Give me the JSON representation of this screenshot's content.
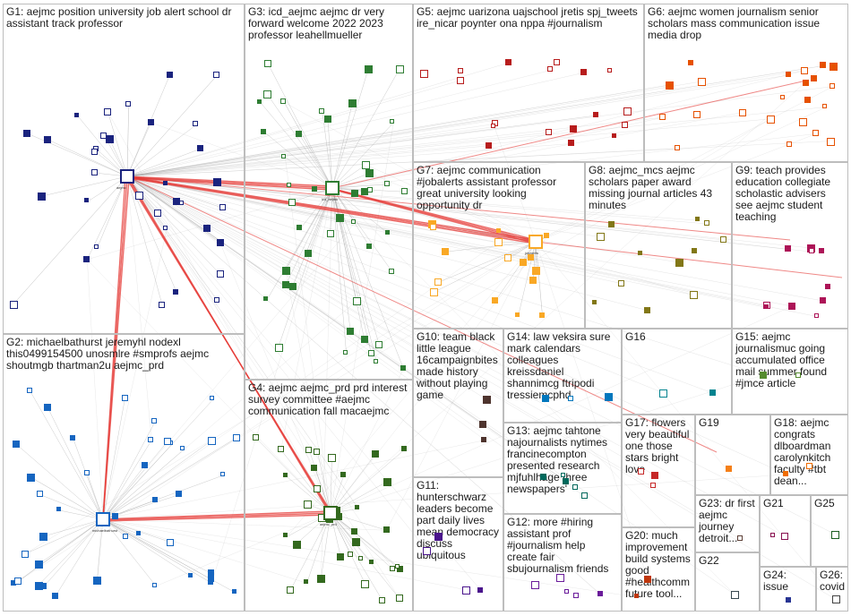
{
  "groups": [
    {
      "id": "G1",
      "label": "G1: aejmc position university job alert school dr assistant track professor",
      "color": "#1a237e"
    },
    {
      "id": "G2",
      "label": "G2: michaelbathurst jeremyhl nodexl this0499154500 unosmlre #smprofs aejmc shoutmgb thartman2u aejmc_prd",
      "color": "#1565c0"
    },
    {
      "id": "G3",
      "label": "G3: icd_aejmc aejmc dr very forward welcome 2022 2023 professor leahellmueller",
      "color": "#2e7d32"
    },
    {
      "id": "G4",
      "label": "G4: aejmc aejmc_prd prd interest survey committee #aejmc communication fall macaejmc",
      "color": "#33691e"
    },
    {
      "id": "G5",
      "label": "G5: aejmc uarizona uajschool jretis spj_tweets ire_nicar poynter ona nppa #journalism",
      "color": "#b71c1c"
    },
    {
      "id": "G6",
      "label": "G6: aejmc women journalism senior scholars mass communication issue media drop",
      "color": "#e65100"
    },
    {
      "id": "G7",
      "label": "G7: aejmc communication #jobalerts assistant professor great university looking opportunity dr",
      "color": "#f9a825"
    },
    {
      "id": "G8",
      "label": "G8: aejmc_mcs aejmc scholars paper award missing journal articles 43 minutes",
      "color": "#827717"
    },
    {
      "id": "G9",
      "label": "G9: teach provides education collegiate scholastic advisers see aejmc student teaching",
      "color": "#ad1457"
    },
    {
      "id": "G10",
      "label": "G10: team black little league 16campaignbites made history without playing game",
      "color": "#4e342e"
    },
    {
      "id": "G11",
      "label": "G11: hunterschwarz leaders become part daily lives mean democracy discuss ubiquitous",
      "color": "#4a148c"
    },
    {
      "id": "G12",
      "label": "G12: more #hiring assistant prof #journalism help create fair sbujournalism friends",
      "color": "#6a1b9a"
    },
    {
      "id": "G13",
      "label": "G13: aejmc tahtone najournalists nytimes francinecompton presented research mjfuhlhage three newspapers'",
      "color": "#00695c"
    },
    {
      "id": "G14",
      "label": "G14: law veksira sure mark calendars colleagues kreissdaniel shannimcg ftripodi tressiemcphd",
      "color": "#0277bd"
    },
    {
      "id": "G15",
      "label": "G15: aejmc journalismuc going accumulated office mail summer found #jmce article",
      "color": "#558b2f"
    },
    {
      "id": "G16",
      "label": "G16",
      "color": "#00838f"
    },
    {
      "id": "G17",
      "label": "G17: flowers very beautiful one those stars bright love",
      "color": "#c62828"
    },
    {
      "id": "G18",
      "label": "G18: aejmc congrats dlboardman carolynkitch faculty #tbt dean...",
      "color": "#ef6c00"
    },
    {
      "id": "G19",
      "label": "G19",
      "color": "#f57f17"
    },
    {
      "id": "G20",
      "label": "G20: much improvement build systems good #healthcomm future tool...",
      "color": "#bf360c"
    },
    {
      "id": "G21",
      "label": "G21",
      "color": "#880e4f"
    },
    {
      "id": "G22",
      "label": "G22",
      "color": "#37474f"
    },
    {
      "id": "G23",
      "label": "G23: dr first aejmc journey detroit...",
      "color": "#5d4037"
    },
    {
      "id": "G24",
      "label": "G24: issue",
      "color": "#283593"
    },
    {
      "id": "G25",
      "label": "G25",
      "color": "#1b5e20"
    },
    {
      "id": "G26",
      "label": "G26: covid",
      "color": "#424242"
    }
  ],
  "hubs": [
    {
      "id": "hub-aejmc",
      "label": "aejmc",
      "group": "G1"
    },
    {
      "id": "hub-aejmc_prd",
      "label": "aejmc_prd",
      "group": "G4"
    },
    {
      "id": "hub-icd",
      "label": "icd_aejmc",
      "group": "G3"
    },
    {
      "id": "hub-jobalerts",
      "label": "jobalerts",
      "group": "G7"
    },
    {
      "id": "hub-michaelbathurst",
      "label": "michaelbathurst",
      "group": "G2"
    }
  ],
  "accent_edge_color": "#e53935",
  "edge_color": "#9e9e9e"
}
